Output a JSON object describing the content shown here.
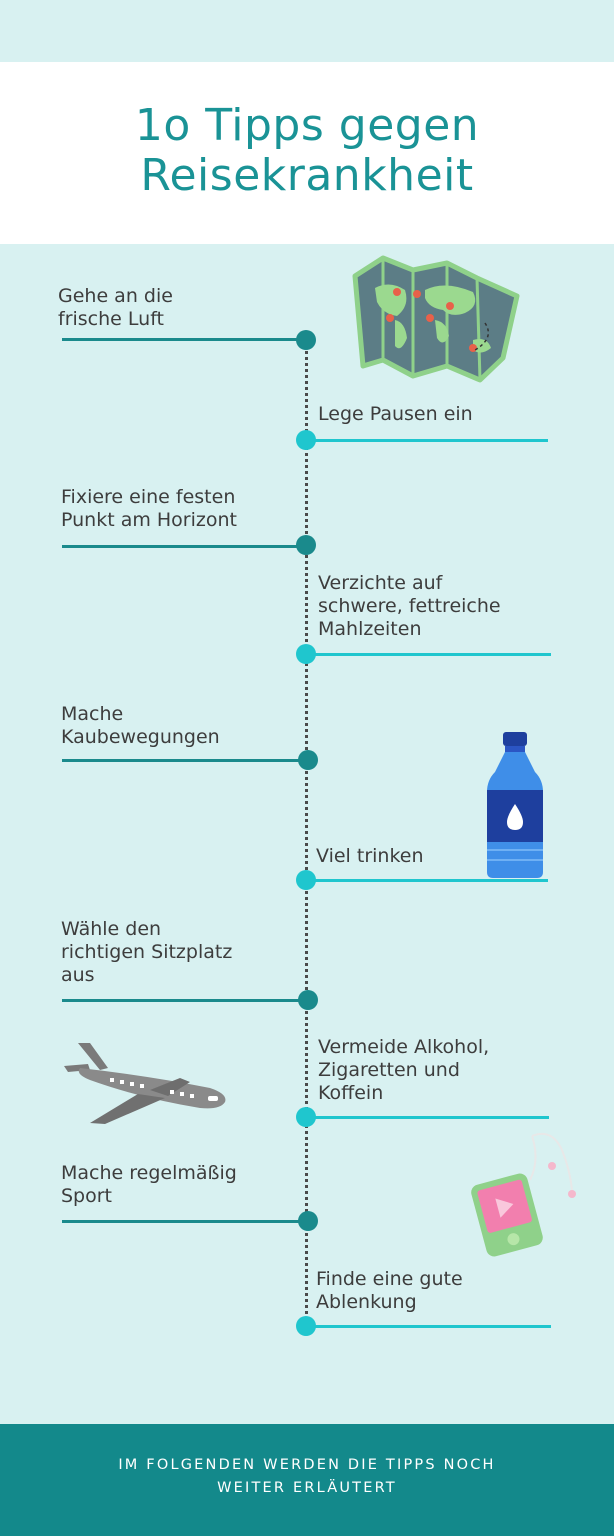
{
  "title": {
    "line1": "1o Tipps gegen",
    "line2": "Reisekrankheit"
  },
  "tips": [
    {
      "text": "Gehe an die\nfrische Luft",
      "side": "left"
    },
    {
      "text": "Lege Pausen ein",
      "side": "right"
    },
    {
      "text": "Fixiere eine festen\nPunkt am Horizont",
      "side": "left"
    },
    {
      "text": "Verzichte auf\nschwere, fettreiche\nMahlzeiten",
      "side": "right"
    },
    {
      "text": "Mache\nKaubewegungen",
      "side": "left"
    },
    {
      "text": "Viel trinken",
      "side": "right"
    },
    {
      "text": "Wähle den\nrichtigen Sitzplatz\naus",
      "side": "left"
    },
    {
      "text": "Vermeide Alkohol,\nZigaretten und\nKoffein",
      "side": "right"
    },
    {
      "text": "Mache regelmäßig\nSport",
      "side": "left"
    },
    {
      "text": "Finde eine gute\nAblenkung",
      "side": "right"
    }
  ],
  "illustrations": [
    "world-map-icon",
    "water-bottle-icon",
    "airplane-icon",
    "music-player-icon"
  ],
  "footer": {
    "line1": "IM FOLGENDEN WERDEN DIE TIPPS NOCH",
    "line2": "WEITER ERLÄUTERT"
  },
  "colors": {
    "background": "#d8f1f1",
    "title": "#1a9396",
    "line_dark": "#1a8a8c",
    "line_light": "#1fc6ce",
    "footer": "#13898b",
    "text": "#3d3d3d"
  }
}
